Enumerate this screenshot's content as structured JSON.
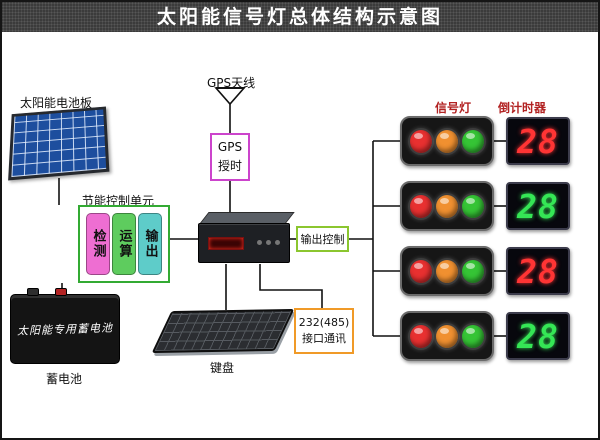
{
  "title": "太阳能信号灯总体结构示意图",
  "solar_panel": {
    "label": "太阳能电池板"
  },
  "gps": {
    "antenna_label": "GPS天线",
    "timing_box": {
      "line1": "GPS",
      "line2": "授时"
    },
    "border_color": "#cc44cc"
  },
  "control_unit": {
    "label": "节能控制单元",
    "border_color": "#33aa33",
    "modules": [
      {
        "label": "检测",
        "color": "#ee6ed2"
      },
      {
        "label": "运算",
        "color": "#5ecc5e"
      },
      {
        "label": "输出",
        "color": "#5eccc9"
      }
    ]
  },
  "output_control": {
    "label": "输出控制",
    "border_color": "#8bc62f"
  },
  "battery": {
    "label": "蓄电池",
    "body_text": "太阳能专用蓄电池"
  },
  "keyboard": {
    "label": "键盘"
  },
  "interface_box": {
    "line1": "232(485)",
    "line2": "接口通讯",
    "border_color": "#f09a28"
  },
  "signal_lights": {
    "label": "信号灯",
    "label_color": "#b22222",
    "lamp_colors": [
      {
        "name": "red",
        "color": "#e83030"
      },
      {
        "name": "yellow",
        "color": "#f09030"
      },
      {
        "name": "green",
        "color": "#35c435"
      }
    ]
  },
  "timers": {
    "label": "倒计时器",
    "label_color": "#b22222",
    "items": [
      {
        "value": "28",
        "color": "#ff3434"
      },
      {
        "value": "28",
        "color": "#35e655"
      },
      {
        "value": "28",
        "color": "#ff3434"
      },
      {
        "value": "28",
        "color": "#35e655"
      }
    ]
  }
}
